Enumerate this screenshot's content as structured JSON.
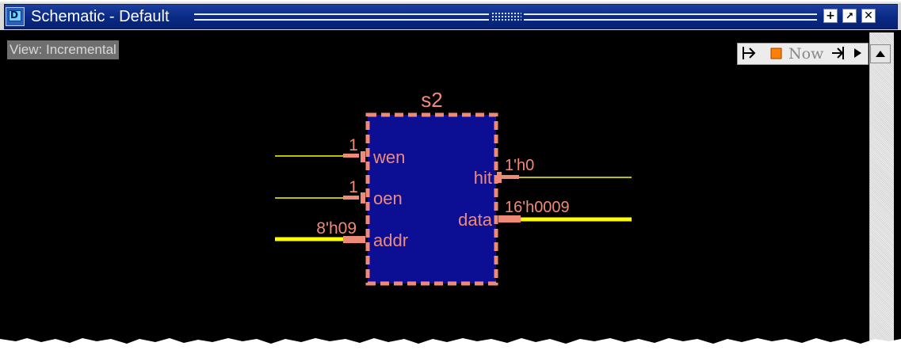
{
  "window": {
    "title": "Schematic - Default",
    "icon": "schematic-app-icon",
    "buttons": [
      "maximize-icon",
      "undock-icon",
      "close-icon"
    ]
  },
  "view_label": "View: Incremental",
  "toolbar": {
    "now_label": "Now",
    "icons": [
      "jump-back-icon",
      "stop-icon",
      "jump-forward-icon",
      "play-icon",
      "scroll-up-icon"
    ]
  },
  "schematic": {
    "instance_name": "s2",
    "inputs": [
      {
        "port": "wen",
        "value": "1"
      },
      {
        "port": "oen",
        "value": "1"
      },
      {
        "port": "addr",
        "value": "8'h09"
      }
    ],
    "outputs": [
      {
        "port": "hit",
        "value": "1'h0"
      },
      {
        "port": "data",
        "value": "16'h0009"
      }
    ],
    "colors": {
      "block_fill": "#0c0f94",
      "block_border": "#f08a78",
      "port_label": "#f08a78",
      "net_wire": "#ffff00",
      "background": "#000000"
    }
  }
}
